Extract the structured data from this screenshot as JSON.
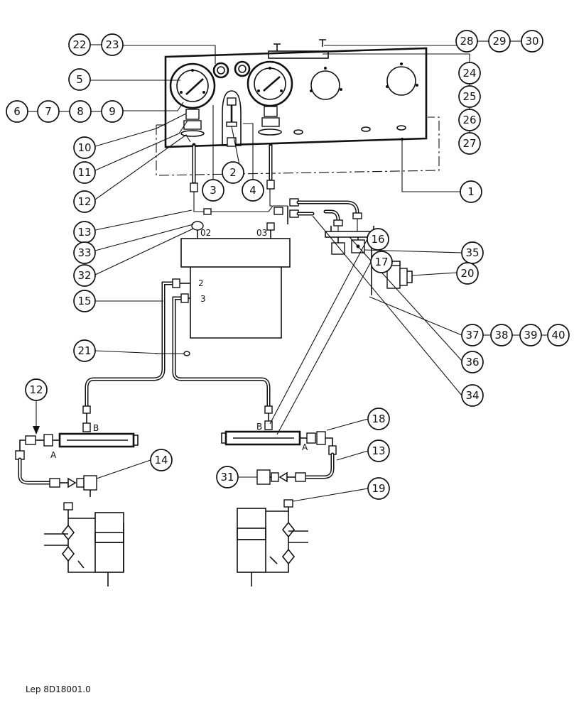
{
  "callouts": {
    "c1": "1",
    "c2": "2",
    "c3": "3",
    "c4": "4",
    "c5": "5",
    "c6": "6",
    "c7": "7",
    "c8": "8",
    "c9": "9",
    "c10": "10",
    "c11": "11",
    "c12a": "12",
    "c12b": "12",
    "c13a": "13",
    "c13b": "13",
    "c14": "14",
    "c15": "15",
    "c16": "16",
    "c17": "17",
    "c18": "18",
    "c19": "19",
    "c20": "20",
    "c21": "21",
    "c22": "22",
    "c23": "23",
    "c24": "24",
    "c25": "25",
    "c26": "26",
    "c27": "27",
    "c28": "28",
    "c29": "29",
    "c30": "30",
    "c31": "31",
    "c32": "32",
    "c33": "33",
    "c34": "34",
    "c35": "35",
    "c36": "36",
    "c37": "37",
    "c38": "38",
    "c39": "39",
    "c40": "40"
  },
  "port_labels": {
    "tank_port_02": "02",
    "tank_port_03": "03",
    "tank_port_2": "2",
    "tank_port_3": "3",
    "left_valve_b": "B",
    "left_valve_a": "A",
    "right_valve_b": "B",
    "right_valve_a": "A"
  },
  "reference": "Lep 8D18001.0"
}
